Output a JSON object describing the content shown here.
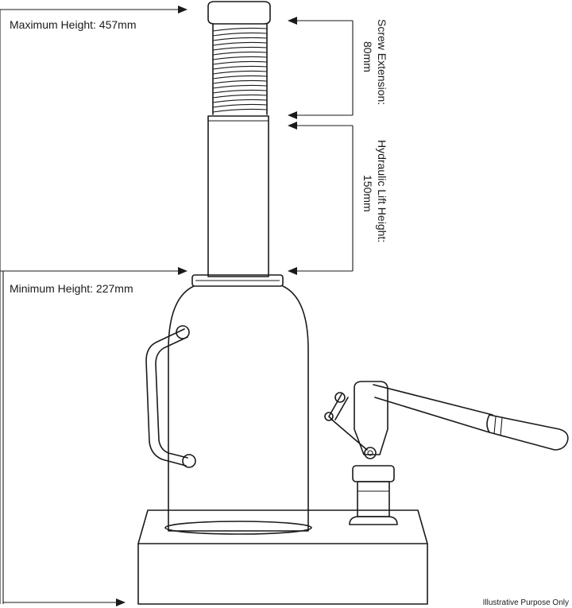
{
  "labels": {
    "maximum_height": "Maximum Height: 457mm",
    "minimum_height": "Minimum Height: 227mm",
    "screw_extension_line1": "Screw Extension:",
    "screw_extension_line2": "80mm",
    "hydraulic_lift_line1": "Hydraulic Lift Height:",
    "hydraulic_lift_line2": "150mm",
    "disclaimer": "Illustrative Purpose Only"
  },
  "colors": {
    "line": "#1a1a1a",
    "background": "#ffffff"
  }
}
